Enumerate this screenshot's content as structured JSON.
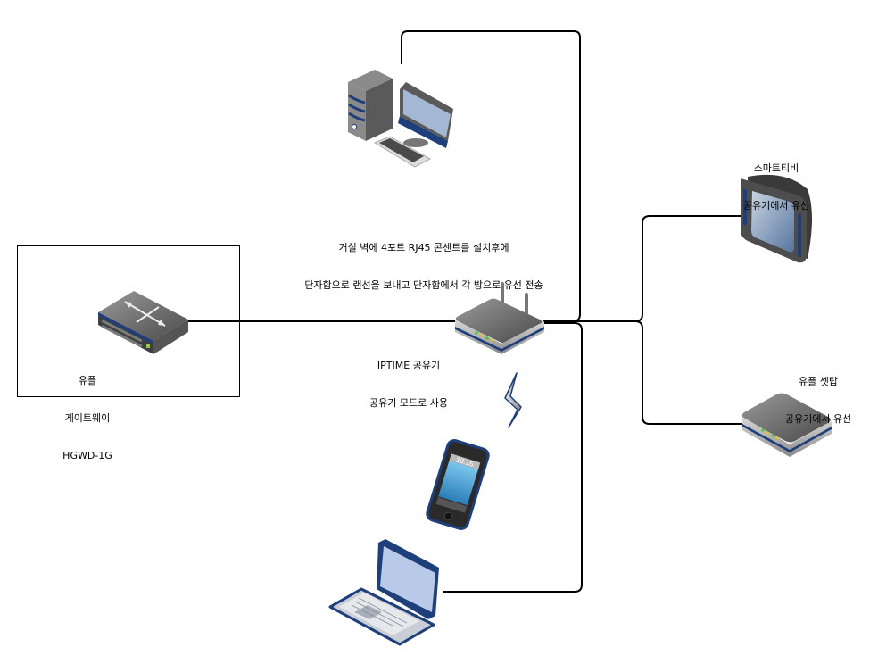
{
  "diagram": {
    "title": "Home network wiring diagram",
    "nodes": [
      {
        "id": "gateway",
        "type": "switch",
        "label_lines": [
          "유플",
          "게이트웨이",
          "HGWD-1G"
        ]
      },
      {
        "id": "router",
        "type": "wireless-router",
        "label_lines": [
          "IPTIME 공유기",
          "공유기 모드로 사용"
        ]
      },
      {
        "id": "desktop",
        "type": "desktop-pc",
        "label_lines": []
      },
      {
        "id": "smart_tv",
        "type": "tv",
        "label_lines": [
          "스마트티비",
          "공유기에서 유선"
        ]
      },
      {
        "id": "settop",
        "type": "set-top-box",
        "label_lines": [
          "유플 셋탑",
          "공유기에서 유선"
        ]
      },
      {
        "id": "phone",
        "type": "smartphone",
        "label_lines": [],
        "screen_time": "10:15"
      },
      {
        "id": "laptop",
        "type": "laptop",
        "label_lines": []
      }
    ],
    "edges": [
      {
        "from": "gateway",
        "to": "router",
        "kind": "wired"
      },
      {
        "from": "router",
        "to": "desktop",
        "kind": "wired"
      },
      {
        "from": "router",
        "to": "laptop",
        "kind": "wired"
      },
      {
        "from": "router",
        "to": "smart_tv",
        "kind": "wired"
      },
      {
        "from": "router",
        "to": "settop",
        "kind": "wired"
      },
      {
        "from": "router",
        "to": "phone",
        "kind": "wireless"
      }
    ],
    "annotations": {
      "wiring_note": [
        "거실 벽에 4포트 RJ45 콘센트를 설치후에",
        "단자함으로 랜선을 보내고 단자함에서 각 방으로 유선 전송"
      ]
    },
    "colors": {
      "line": "#000000",
      "device_gray": "#6d6d6d",
      "device_dark": "#4a4a4a",
      "accent_blue": "#1f3f7a",
      "screen_blue": "#9fb5d6",
      "led_green": "#5fbf3f",
      "led_yellow": "#d8c23a"
    }
  }
}
